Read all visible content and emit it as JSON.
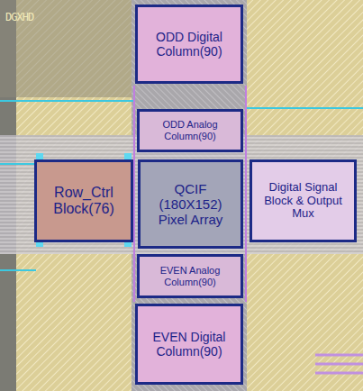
{
  "diagram": {
    "nodes": [
      {
        "text": [
          "ODD Digital Column(90)"
        ]
      },
      {
        "text": [
          "ODD Analog Column(90)"
        ]
      },
      {
        "text": [
          "Row_Ctrl Block(76)"
        ]
      },
      {
        "text": [
          "QCIF (180X152) Pixel Array"
        ]
      },
      {
        "text": [
          "Digital Signal Block & Output Mux"
        ]
      },
      {
        "text": [
          "EVEN Analog Column(90)"
        ]
      },
      {
        "text": [
          "EVEN Digital Column(90)"
        ]
      }
    ],
    "labels": [
      "DGXHD"
    ]
  }
}
